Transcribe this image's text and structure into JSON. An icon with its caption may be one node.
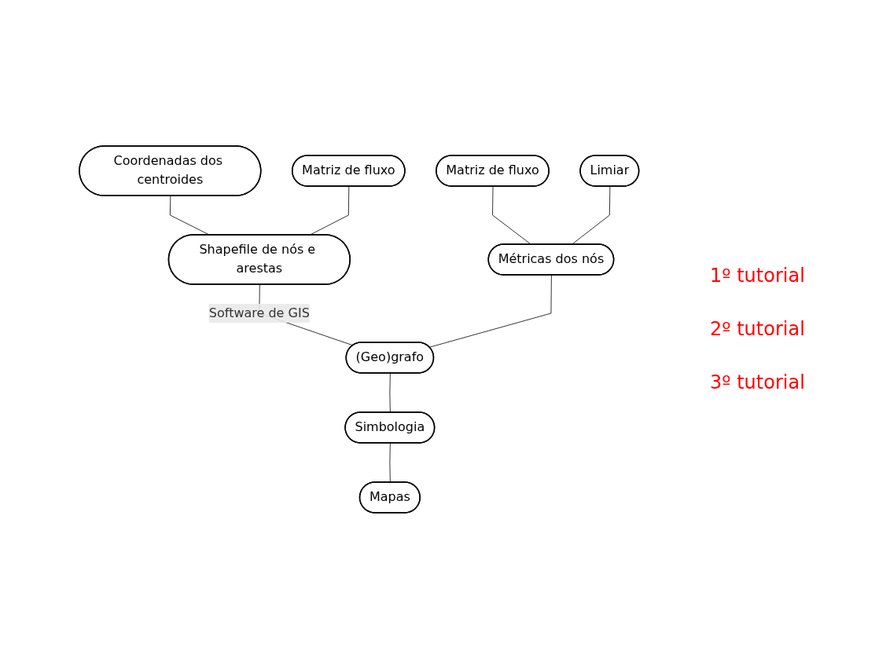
{
  "diagram": {
    "nodes": [
      {
        "text": [
          "Coordenadas dos centroides"
        ]
      },
      {
        "text": [
          "Matriz de fluxo"
        ]
      },
      {
        "text": [
          "Matriz de fluxo"
        ]
      },
      {
        "text": [
          "Limiar"
        ]
      },
      {
        "text": [
          "Shapefile de nós e arestas"
        ]
      },
      {
        "text": [
          "Métricas dos nós"
        ]
      },
      {
        "text": [
          "(Geo)grafo"
        ]
      },
      {
        "text": [
          "Simbologia"
        ]
      },
      {
        "text": [
          "Mapas"
        ]
      }
    ],
    "edges": [
      {
        "from": 0,
        "to": 4,
        "arrow": "none"
      },
      {
        "from": 1,
        "to": 4,
        "arrow": "none"
      },
      {
        "from": 2,
        "to": 5,
        "arrow": "none"
      },
      {
        "from": 3,
        "to": 5,
        "arrow": "none"
      },
      {
        "from": 4,
        "to": 6,
        "arrow": "none",
        "label": "Software de GIS"
      },
      {
        "from": 5,
        "to": 6,
        "arrow": "none"
      },
      {
        "from": 6,
        "to": 7,
        "arrow": "none"
      },
      {
        "from": 7,
        "to": 8,
        "arrow": "none"
      }
    ],
    "labels": [
      "1º tutorial",
      "2º tutorial",
      "3º tutorial"
    ]
  }
}
